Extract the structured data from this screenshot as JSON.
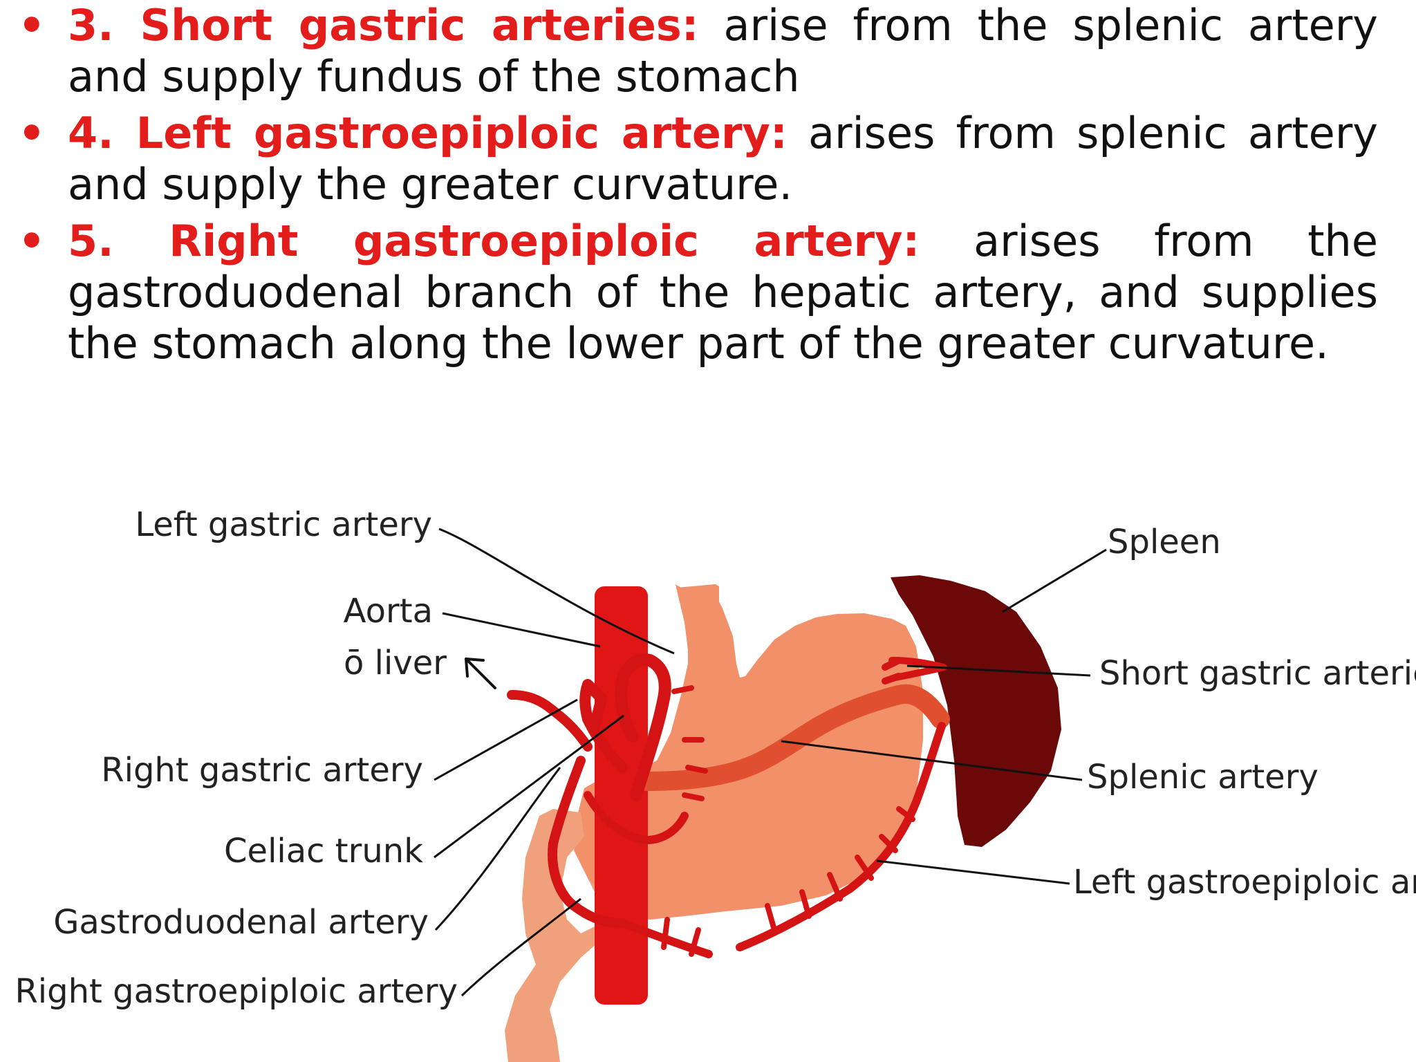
{
  "bullets": [
    {
      "marker": "•",
      "term": "3. Short gastric arteries:",
      "text": " arise from the splenic artery and supply fundus of the stomach"
    },
    {
      "marker": "•",
      "term": "4. Left gastroepiploic artery:",
      "text": " arises from splenic artery and supply the greater curvature."
    },
    {
      "marker": "•",
      "term": "5. Right gastroepiploic artery:",
      "text": " arises from the gastroduodenal branch of the hepatic artery, and supplies the stomach along the lower part of the greater curvature."
    }
  ],
  "diagram": {
    "labels": {
      "left_gastric": "Left gastric artery",
      "aorta": "Aorta",
      "to_liver": "ō liver",
      "right_gastric": "Right gastric artery",
      "celiac": "Celiac trunk",
      "gastroduodenal": "Gastroduodenal artery",
      "right_gastroepiploic": "Right gastroepiploic artery",
      "spleen": "Spleen",
      "short_gastric": "Short gastric arteries",
      "splenic": "Splenic artery",
      "left_gastroepiploic": "Left gastroepiploic artery"
    },
    "colors": {
      "stomach": "#f2906a",
      "duodenum": "#f0a07a",
      "aorta": "#e01616",
      "artery": "#d41414",
      "splenic_artery": "#e0502e",
      "spleen": "#6b0808",
      "leader": "#111111"
    }
  }
}
